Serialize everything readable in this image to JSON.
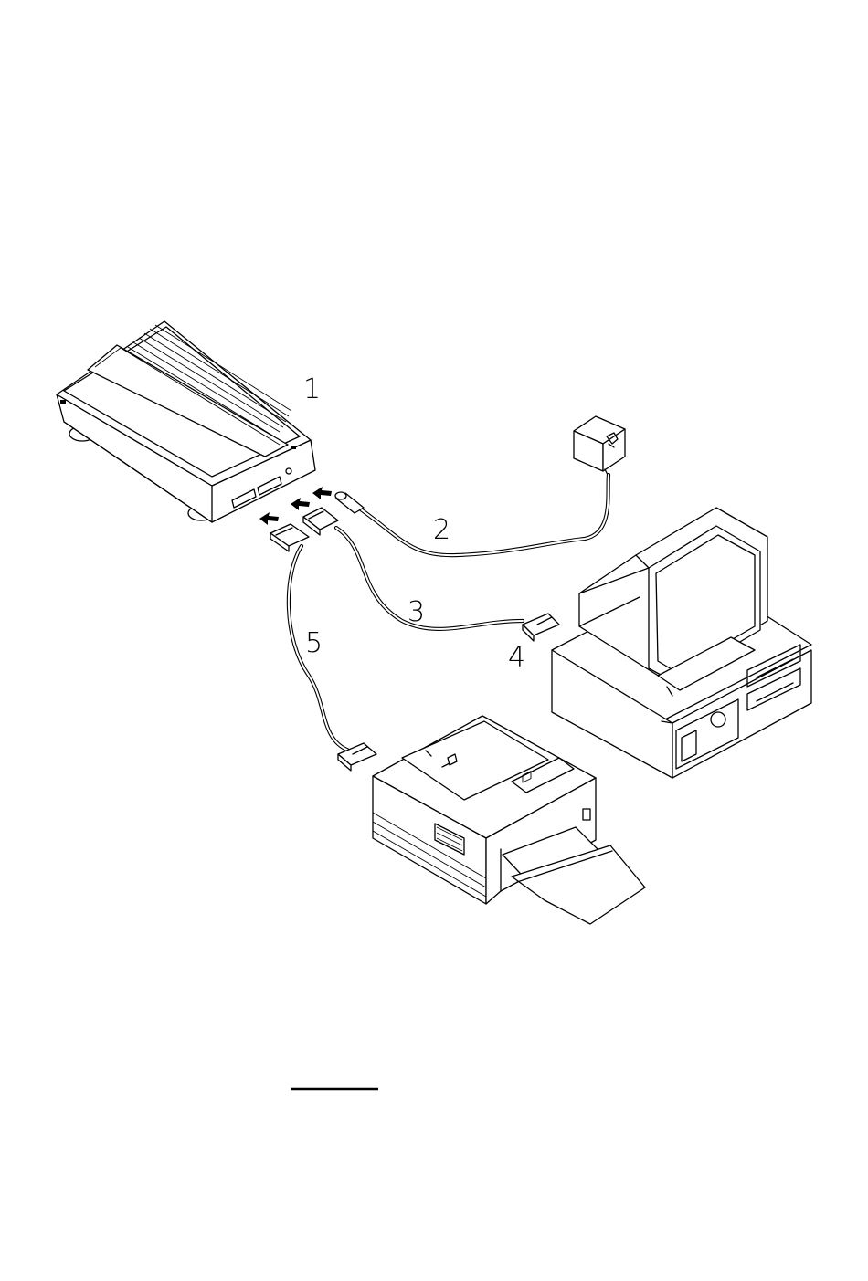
{
  "callouts": {
    "scanner": "1",
    "power_cable": "2",
    "pc_cable": "3",
    "pc_connector": "4",
    "printer_cable": "5"
  }
}
